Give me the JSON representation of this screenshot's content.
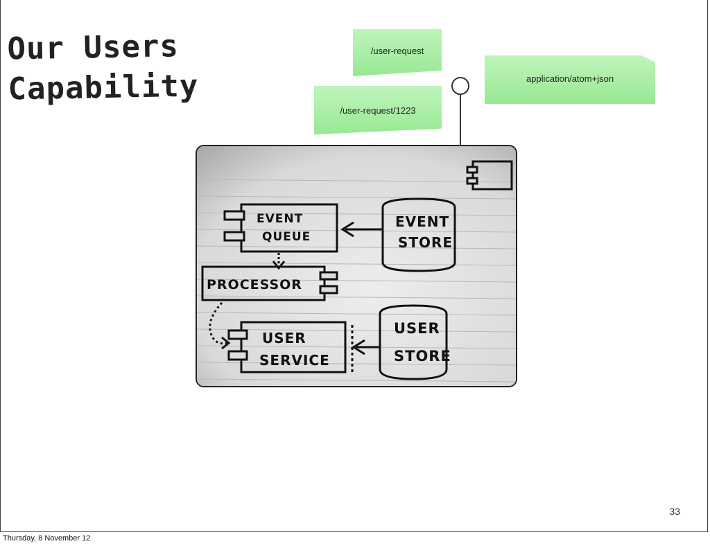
{
  "slide": {
    "title_line1": "Our Users",
    "title_line2": "Capability",
    "page_number": "33",
    "footer_date": "Thursday, 8 November 12"
  },
  "notes": {
    "resource": "/user-request",
    "resource_instance": "/user-request/1223",
    "media_type": "application/atom+json"
  },
  "sketch": {
    "event_queue_line1": "EVENT",
    "event_queue_line2": "QUEUE",
    "event_store_line1": "EVENT",
    "event_store_line2": "STORE",
    "processor": "PROCESSOR",
    "user_service_line1": "USER",
    "user_service_line2": "SERVICE",
    "user_store_line1": "USER",
    "user_store_line2": "STORE"
  },
  "colors": {
    "note_green": "#a6ee9f",
    "paper_gray": "#e6e6e4",
    "ink": "#111111"
  }
}
